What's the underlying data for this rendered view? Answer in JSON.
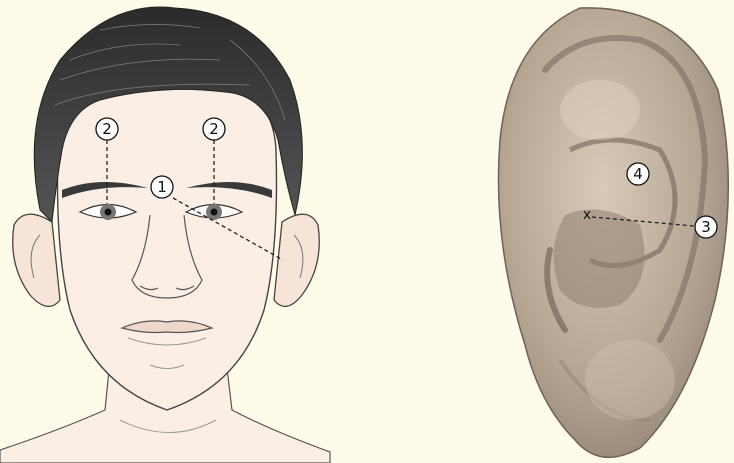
{
  "colors": {
    "background": "#fefbe9",
    "skin": "#fbeee4",
    "hair": "#3a3a3a",
    "ear_photo": "#a8998a",
    "line": "#222222"
  },
  "face": {
    "markers": [
      {
        "id": "m-brow-left",
        "label": "2"
      },
      {
        "id": "m-brow-right",
        "label": "2"
      },
      {
        "id": "m-temple",
        "label": "1"
      }
    ]
  },
  "ear": {
    "markers": [
      {
        "id": "m-ear-inner",
        "label": "4"
      },
      {
        "id": "m-ear-edge",
        "label": "3"
      }
    ],
    "point_label": "x"
  }
}
